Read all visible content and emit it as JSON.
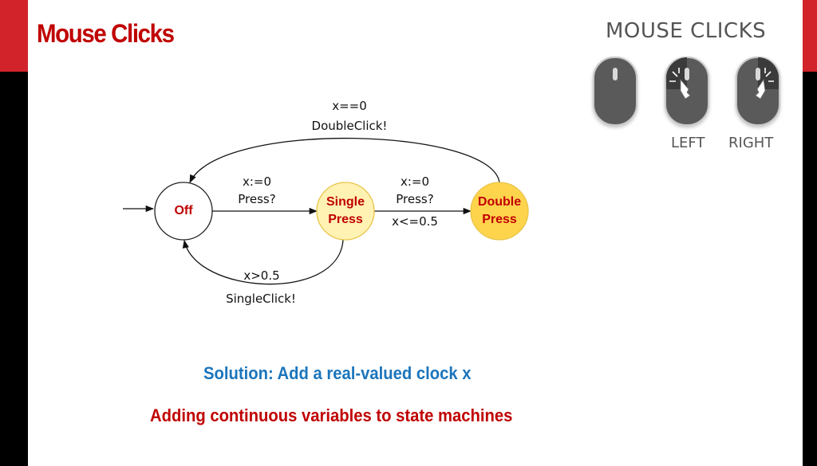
{
  "slide": {
    "title": "Mouse Clicks",
    "solution_text": "Solution: Add a real-valued clock  x",
    "subtitle_text": "Adding continuous variables to state machines"
  },
  "mouse_panel": {
    "title": "MOUSE CLICKS",
    "left_label": "LEFT",
    "right_label": "RIGHT",
    "icons": [
      "mouse-icon",
      "mouse-left-click-icon",
      "mouse-right-click-icon"
    ]
  },
  "diagram": {
    "states": {
      "off": "Off",
      "single_press": [
        "Single",
        "Press"
      ],
      "double_press": [
        "Double",
        "Press"
      ]
    },
    "transitions": {
      "off_to_single": {
        "reset": "x:=0",
        "input": "Press?"
      },
      "single_to_double": {
        "reset": "x:=0",
        "input": "Press?",
        "guard": "x<=0.5"
      },
      "double_to_off": {
        "guard": "x==0",
        "output": "DoubleClick!"
      },
      "single_to_off": {
        "guard": "x>0.5",
        "output": "SingleClick!"
      }
    }
  },
  "colors": {
    "accent_red": "#c00000",
    "bar_red": "#d2232a",
    "solution_blue": "#1b75bc",
    "single_fill": "#fff2b3",
    "double_fill": "#ffd44d",
    "state_stroke": "#e8c44a",
    "mouse_body": "#5a5a5a"
  }
}
